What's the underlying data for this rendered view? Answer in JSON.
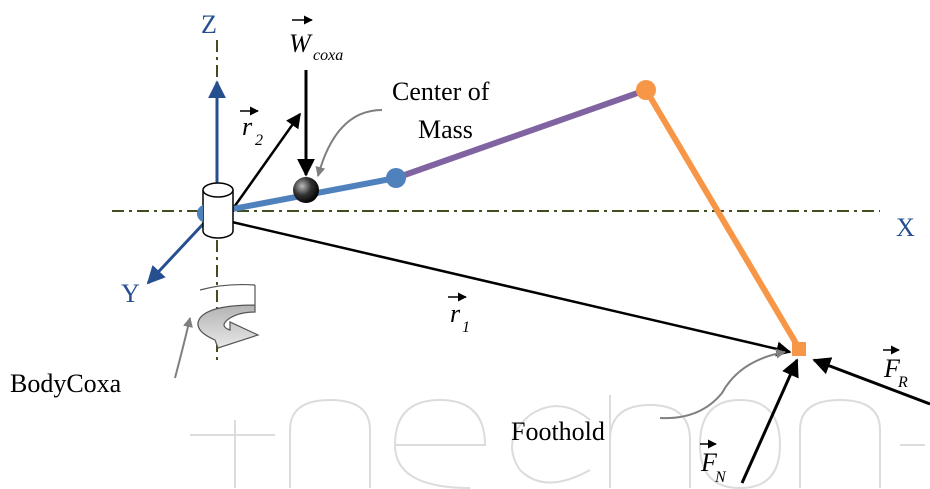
{
  "diagram": {
    "axes": {
      "x_label": "X",
      "y_label": "Y",
      "z_label": "Z",
      "color": "#264f8f"
    },
    "labels": {
      "center_of_mass": [
        "Center of",
        "Mass"
      ],
      "body_coxa": "BodyCoxa",
      "foothold": "Foothold"
    },
    "vectors": {
      "w_coxa": {
        "symbol": "W",
        "subscript": "coxa"
      },
      "r1": {
        "symbol": "r",
        "subscript": "1"
      },
      "r2": {
        "symbol": "r",
        "subscript": "2"
      },
      "f_r": {
        "symbol": "F",
        "subscript": "R"
      },
      "f_n": {
        "symbol": "F",
        "subscript": "N"
      }
    },
    "colors": {
      "coxa_segment": "#4f81bd",
      "femur_segment": "#8064a2",
      "tibia_segment": "#f79646",
      "ground_line": "#3f4f1f",
      "watermark": "#d9d9d9"
    },
    "watermark": "IntechOpen"
  }
}
